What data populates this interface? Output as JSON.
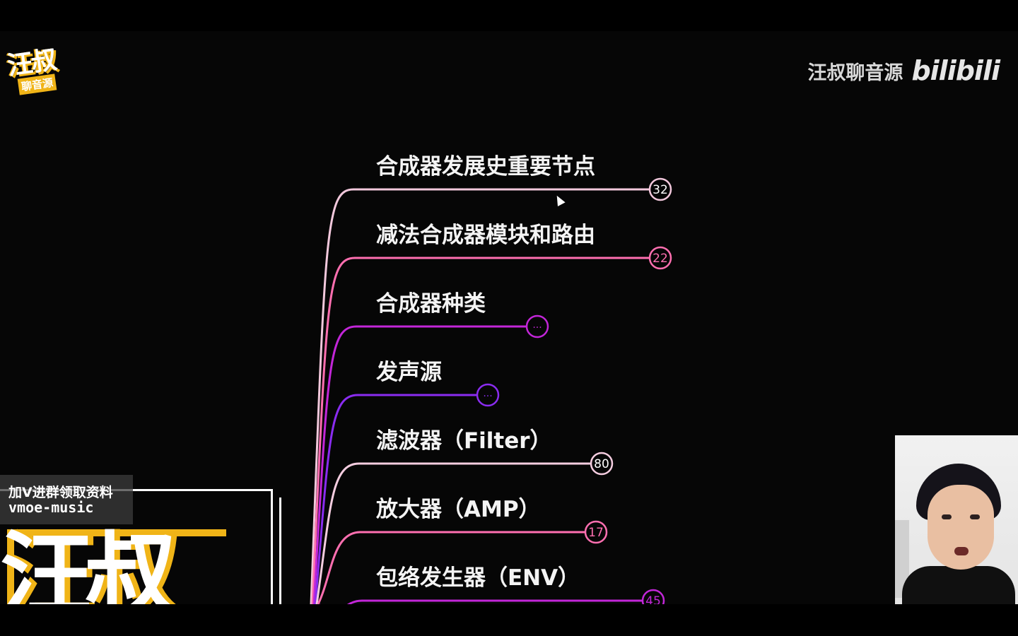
{
  "watermark": {
    "logo_big": "汪叔",
    "logo_small": "聊音源",
    "brand_text": "汪叔聊音源",
    "brand_logo": "bilibili"
  },
  "mindmap": {
    "nodes": [
      {
        "label": "合成器发展史重要节点",
        "badge": "32",
        "color": "#f2c8dc"
      },
      {
        "label": "减法合成器模块和路由",
        "badge": "22",
        "color": "#ff6fb0"
      },
      {
        "label": "合成器种类",
        "badge": "···",
        "color": "#c226d8"
      },
      {
        "label": "发声源",
        "badge": "···",
        "color": "#8a2cf0"
      },
      {
        "label": "滤波器（Filter）",
        "badge": "80",
        "color": "#f5cde0"
      },
      {
        "label": "放大器（AMP）",
        "badge": "17",
        "color": "#ff6fb0"
      },
      {
        "label": "包络发生器（ENV）",
        "badge": "45",
        "color": "#c226d8"
      }
    ]
  },
  "promo": {
    "line1": "加V进群领取资料",
    "line2": "vmoe-music"
  },
  "colors": {
    "accent_yellow": "#f0b417",
    "background": "#060606"
  }
}
